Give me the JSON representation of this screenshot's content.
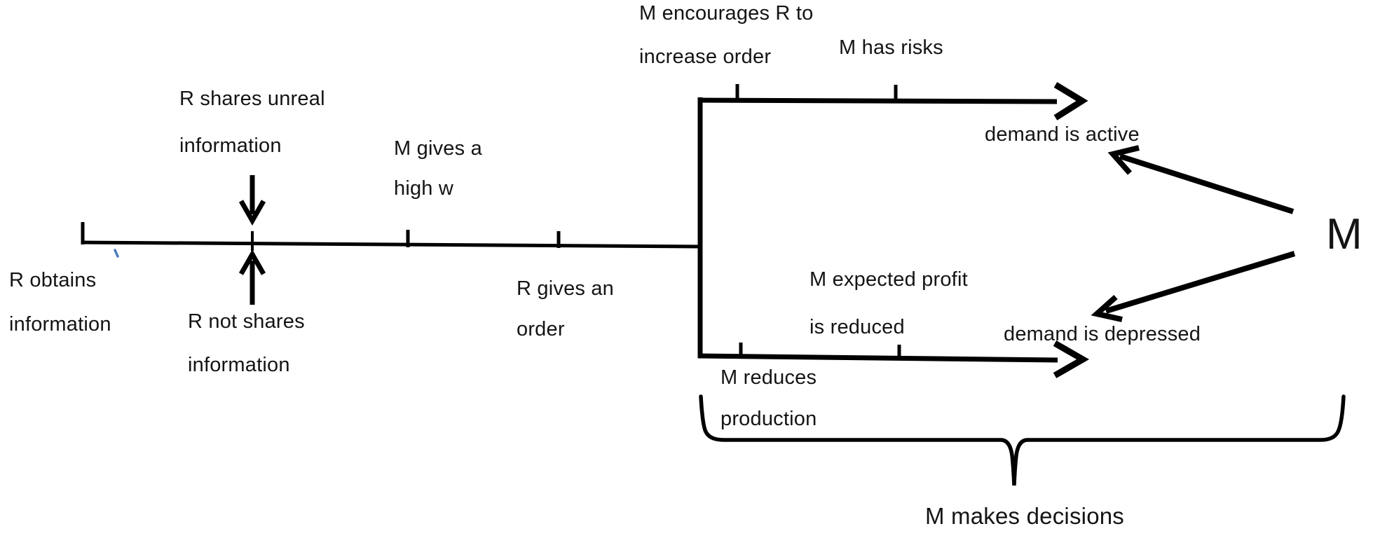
{
  "diagram": {
    "description": "Timeline diagram of information sharing between retailer R and manufacturer M",
    "labels": {
      "r_obtains": "R obtains\ninformation",
      "r_shares_unreal": "R shares unreal\ninformation",
      "r_not_shares": "R not shares\ninformation",
      "m_gives_high_w": "M gives a\nhigh w",
      "r_gives_order": "R gives an\norder",
      "m_encourages": "M encourages R to\nincrease order",
      "m_has_risks": "M has risks",
      "demand_active": "demand is active",
      "m_expected_profit": "M expected profit\nis reduced",
      "demand_depressed": "demand is depressed",
      "m_reduces": "M reduces\nproduction",
      "m_makes_decisions": "M makes decisions",
      "manufacturer": "M"
    },
    "colors": {
      "background": "#ffffff",
      "line": "#000000",
      "text": "#141414",
      "stray_mark_blue": "#4d7ebf"
    },
    "icons": {
      "down_arrow": "points from 'R shares unreal information' down to timeline",
      "up_arrow": "points from 'R not shares information' up to timeline",
      "right_arrows": "two branch arrows pointing right",
      "diagonal_arrows": "two arrows from big M pointing to demand states",
      "brace": "curly brace spanning decision region"
    }
  }
}
